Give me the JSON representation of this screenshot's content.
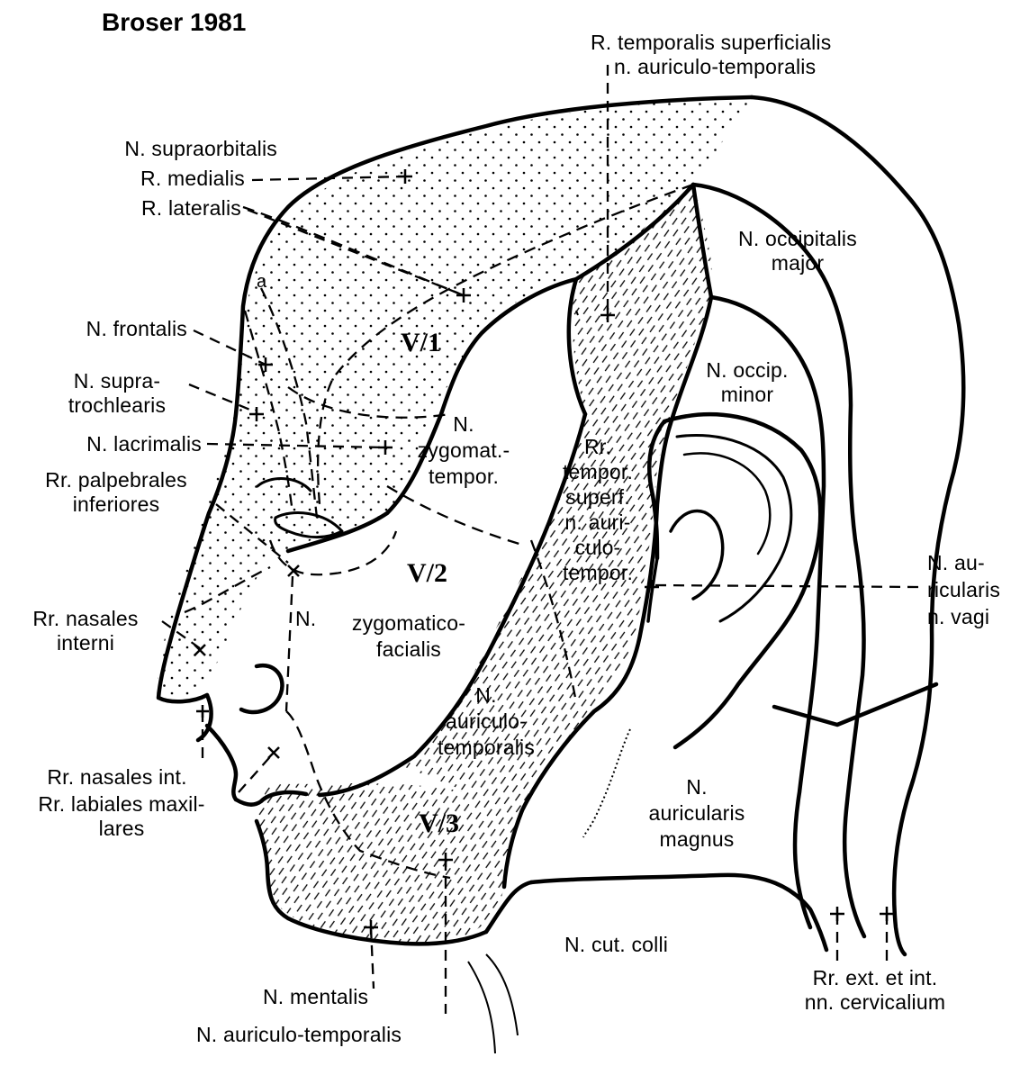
{
  "title": "Broser 1981",
  "labels": {
    "temporalis_superficialis": [
      "R. temporalis superficialis",
      "n. auriculo-temporalis"
    ],
    "supraorbitalis": "N. supraorbitalis",
    "medialis": "R. medialis",
    "lateralis": "R. lateralis",
    "occipitalis_major": [
      "N. occipitalis",
      "major"
    ],
    "frontalis": "N. frontalis",
    "supratrochlearis": [
      "N. supra-",
      "trochlearis"
    ],
    "occipitalis_minor": [
      "N. occip.",
      "minor"
    ],
    "lacrimalis": "N. lacrimalis",
    "palpebrales": [
      "Rr. palpebrales",
      "inferiores"
    ],
    "zygomaticotemporalis": [
      "N.",
      "zygomat.-",
      "tempor."
    ],
    "tempor_superf": [
      "Rr.",
      "tempor.",
      "superf.",
      "n. auri-",
      "culo-",
      "tempor."
    ],
    "small_a": "a",
    "nasales_interni": [
      "Rr. nasales",
      "interni"
    ],
    "zygomaticofacialis_n": "N.",
    "zygomaticofacialis": [
      "zygomatico-",
      "facialis"
    ],
    "auricularis_vagi": [
      "N. au-",
      "ricularis",
      "n. vagi"
    ],
    "auriculotemporalis_mid": [
      "N.",
      "auriculo-",
      "temporalis"
    ],
    "nasales_int": "Rr. nasales int.",
    "labiales": [
      "Rr. labiales maxil-",
      "lares"
    ],
    "auricularis_magnus": [
      "N.",
      "auricularis",
      "magnus"
    ],
    "cut_colli": "N. cut. colli",
    "cervicalium": [
      "Rr. ext. et int.",
      "nn. cervicalium"
    ],
    "mentalis": "N. mentalis",
    "auriculotemporalis_bottom": "N. auriculo-temporalis"
  },
  "divisions": {
    "v1": "V/1",
    "v2": "V/2",
    "v3": "V/3"
  },
  "colors": {
    "ink": "#000000",
    "paper": "#ffffff"
  }
}
